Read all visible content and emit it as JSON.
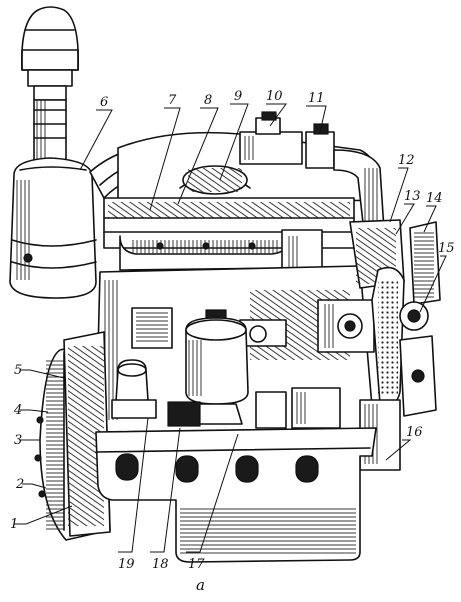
{
  "figure": {
    "caption": "а",
    "callouts": [
      {
        "id": "callout-1",
        "text": "1"
      },
      {
        "id": "callout-2",
        "text": "2"
      },
      {
        "id": "callout-3",
        "text": "3"
      },
      {
        "id": "callout-4",
        "text": "4"
      },
      {
        "id": "callout-5",
        "text": "5"
      },
      {
        "id": "callout-6",
        "text": "6"
      },
      {
        "id": "callout-7",
        "text": "7"
      },
      {
        "id": "callout-8",
        "text": "8"
      },
      {
        "id": "callout-9",
        "text": "9"
      },
      {
        "id": "callout-10",
        "text": "10"
      },
      {
        "id": "callout-11",
        "text": "11"
      },
      {
        "id": "callout-12",
        "text": "12"
      },
      {
        "id": "callout-13",
        "text": "13"
      },
      {
        "id": "callout-14",
        "text": "14"
      },
      {
        "id": "callout-15",
        "text": "15"
      },
      {
        "id": "callout-16",
        "text": "16"
      },
      {
        "id": "callout-17",
        "text": "17"
      },
      {
        "id": "callout-18",
        "text": "18"
      },
      {
        "id": "callout-19",
        "text": "19"
      }
    ]
  }
}
